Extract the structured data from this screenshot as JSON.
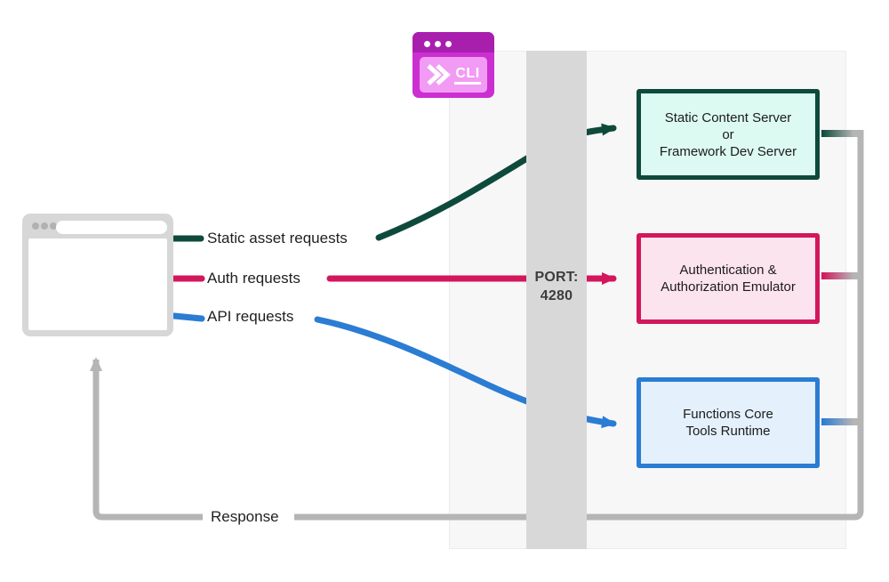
{
  "labels": {
    "static": "Static asset requests",
    "auth": "Auth requests",
    "api": "API requests",
    "response": "Response"
  },
  "port": {
    "line1": "PORT:",
    "line2": "4280"
  },
  "cli": {
    "label": "CLI"
  },
  "boxes": {
    "static_server": {
      "line1": "Static Content Server",
      "line2": "or",
      "line3": "Framework Dev Server"
    },
    "auth_emulator": {
      "line1": "Authentication &",
      "line2": "Authorization Emulator"
    },
    "functions_runtime": {
      "line1": "Functions Core",
      "line2": "Tools Runtime"
    }
  },
  "colors": {
    "static_green": "#0e4a3c",
    "auth_crimson": "#d2175c",
    "api_blue": "#2b7cd3",
    "response_gray": "#b5b5b5",
    "port_bar": "#d8d8d8",
    "panel": "#f7f7f7",
    "static_fill": "#dcfaf2",
    "auth_fill": "#fce4ee",
    "functions_fill": "#e4f0fb",
    "cli_header": "#a81fae",
    "cli_body": "#cb2fd2",
    "cli_screen": "#f29bf4"
  }
}
